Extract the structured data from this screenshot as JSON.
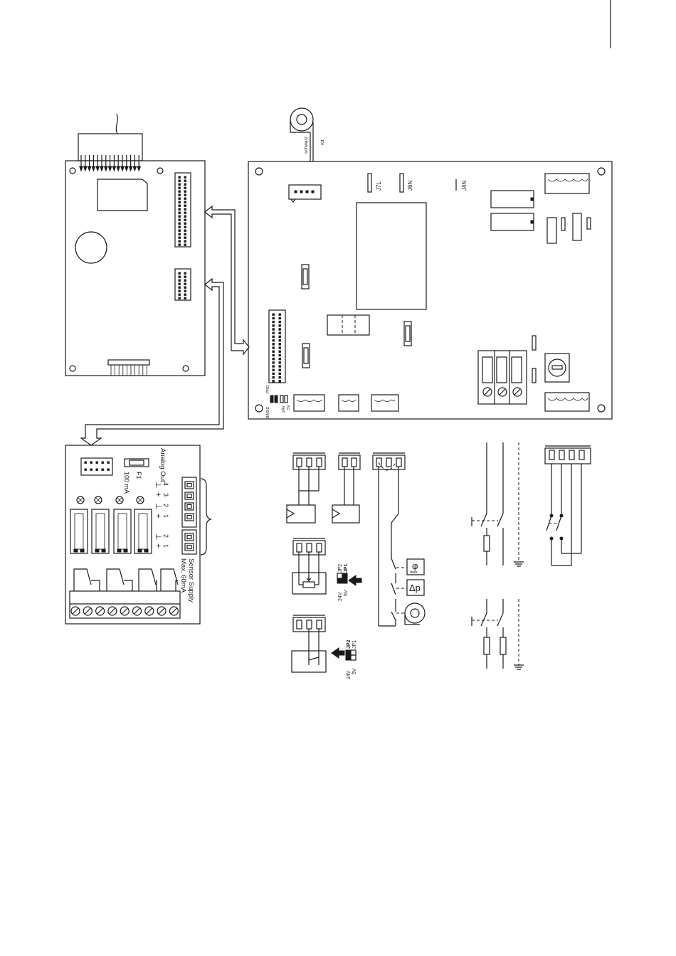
{
  "labels": {
    "schwarz": "schwarz",
    "rot": "rot",
    "j7l": "J7L",
    "j6n": "J6N",
    "j4n": "J4N",
    "basic": "BASIC",
    "pro": "PRO",
    "analog_out": "Analog Out",
    "f1": "F1",
    "fuse_rating": "100 mA",
    "sensor_supply": "Sensor Supply",
    "sensor_max": "Max. 60mA",
    "jp1": "JP1",
    "jp2": "JP2",
    "v24": "24V",
    "v5": "5V",
    "phi": "φ",
    "phi_sub": "max.",
    "delta_p": "Δp"
  },
  "analog_out_pins": [
    "4",
    "3",
    "2",
    "1"
  ],
  "analog_out_polarity": [
    "⊥",
    "+",
    "⊥",
    "+"
  ],
  "sensor_pins": [
    "2",
    "1"
  ],
  "sensor_polarity": [
    "⊥",
    "+"
  ]
}
